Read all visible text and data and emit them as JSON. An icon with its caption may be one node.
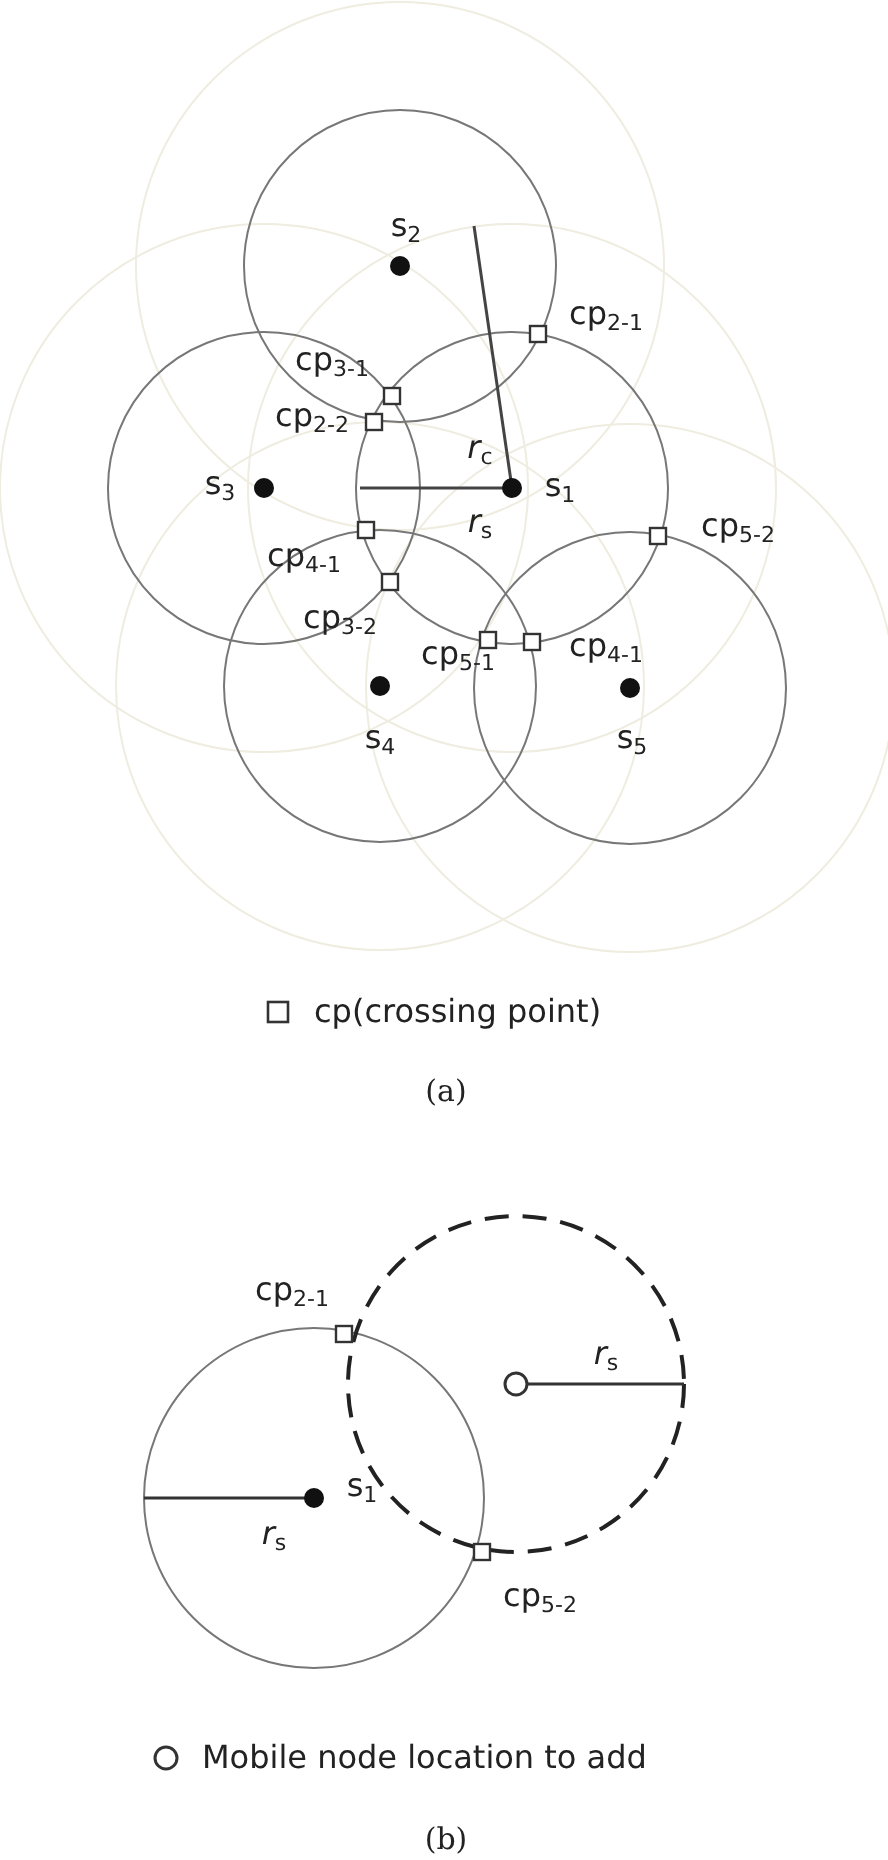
{
  "diagram": {
    "labels": [
      "s$_{2}$",
      "cp$_{2-1}$",
      "cp$_{3-1}$",
      "cp$_{2-2}$",
      "*r*$_{c}$",
      "s$_{3}$",
      "s$_{1}$",
      "*r*$_{s}$",
      "cp$_{5-2}$",
      "cp$_{4-1}$",
      "cp$_{3-2}$",
      "cp$_{5-1}$",
      "cp$_{4-1}$",
      "s$_{4}$",
      "s$_{5}$",
      "(a)",
      "cp$_{2-1}$",
      "*r*$_{s}$",
      "s$_{1}$",
      "*r*$_{s}$",
      "cp$_{5-2}$",
      "(b)"
    ],
    "legend": [
      {
        "text": "cp(crossing point)"
      },
      {
        "text": "Mobile node location to add"
      }
    ]
  }
}
